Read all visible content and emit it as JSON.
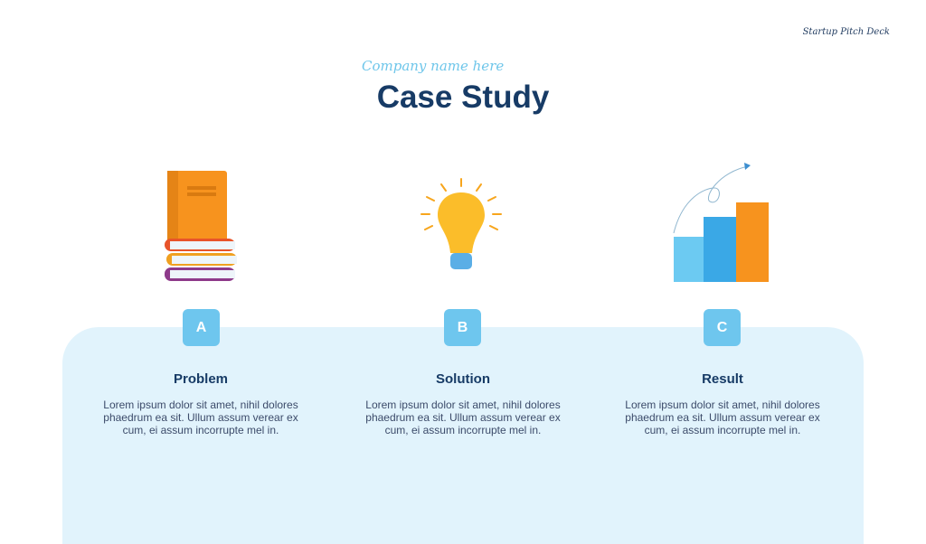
{
  "header": {
    "deck": "Startup Pitch Deck",
    "company": "Company name here",
    "title": "Case Study"
  },
  "items": [
    {
      "letter": "A",
      "title": "Problem",
      "text": "Lorem ipsum dolor sit amet, nihil dolores phaedrum ea sit. Ullum assum verear ex cum, ei assum incorrupte mel in.",
      "icon": "books-icon"
    },
    {
      "letter": "B",
      "title": "Solution",
      "text": "Lorem ipsum dolor sit amet, nihil dolores phaedrum ea sit. Ullum assum verear ex cum, ei assum incorrupte mel in.",
      "icon": "lightbulb-icon"
    },
    {
      "letter": "C",
      "title": "Result",
      "text": "Lorem ipsum dolor sit amet, nihil dolores phaedrum ea sit. Ullum assum verear ex cum, ei assum incorrupte mel in.",
      "icon": "bar-chart-icon"
    }
  ]
}
